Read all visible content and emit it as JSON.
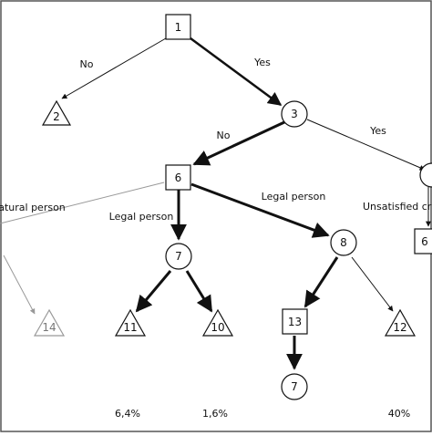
{
  "nodes": {
    "n1": "1",
    "n2": "2",
    "n3": "3",
    "n6": "6",
    "n7a": "7",
    "n8": "8",
    "n14": "14",
    "n11": "11",
    "n10": "10",
    "n13": "13",
    "n12": "12",
    "n7b": "7",
    "n6_right": "6",
    "n_right_circle": ""
  },
  "edges": {
    "e1_2": "No",
    "e1_3": "Yes",
    "e3_6": "No",
    "e3_right": "Yes",
    "e6_natural": "Natural person",
    "e6_7": "Legal person",
    "e6_8": "Legal person",
    "e_right_6": "Unsatisfied cr"
  },
  "percentages": {
    "p11": "6,4%",
    "p10": "1,6%",
    "p12": "40%"
  },
  "colors": {
    "line": "#111111",
    "faded": "#999999",
    "frame": "#555555"
  }
}
